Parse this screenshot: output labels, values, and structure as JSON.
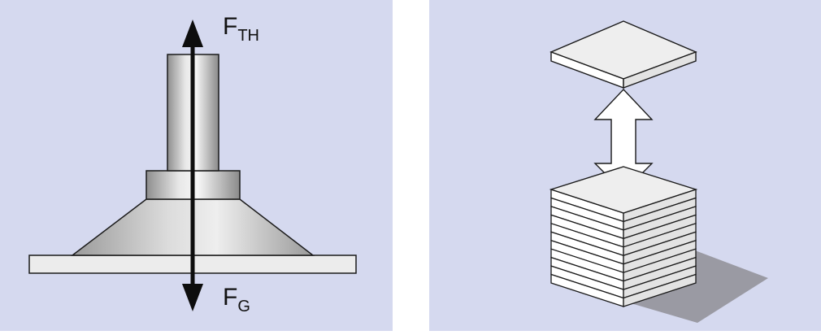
{
  "colors": {
    "panel_bg": "#d5d9ef",
    "gap_bg": "#ffffff",
    "metal_light": "#f2f2f2",
    "metal_mid": "#c9c9c9",
    "metal_dark": "#8e8e8e",
    "sheet_top": "#eeeeee",
    "sheet_side_left": "#ffffff",
    "sheet_side_right": "#e3e3e3",
    "shadow": "#9a9aa3",
    "outline": "#1a1a1a",
    "arrow_black": "#0d0d0d",
    "arrow_white": "#ffffff"
  },
  "left_panel": {
    "force_up": {
      "main": "F",
      "sub": "TH"
    },
    "force_down": {
      "main": "F",
      "sub": "G"
    }
  },
  "right_panel": {
    "stack_sheet_count": 11
  }
}
